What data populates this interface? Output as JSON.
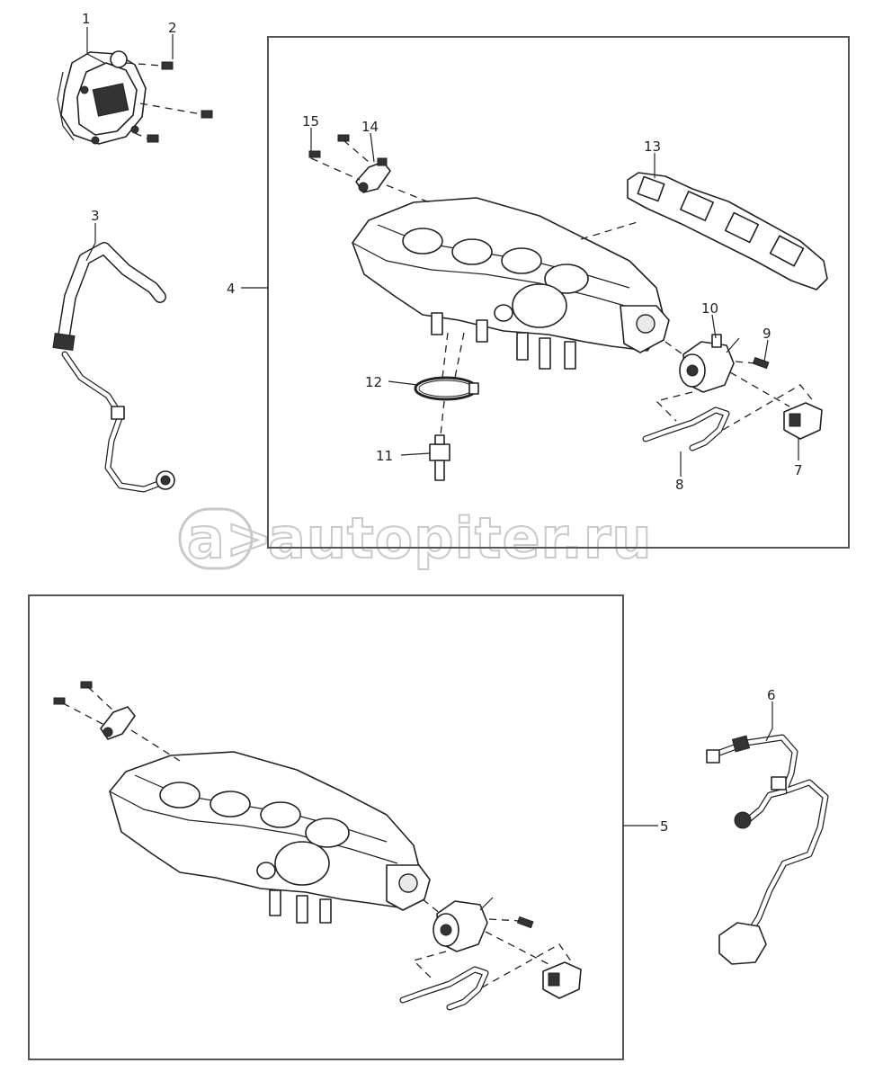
{
  "watermark": "autopiter.ru",
  "watermark_logo": "a>",
  "callouts": {
    "c1": "1",
    "c2": "2",
    "c3": "3",
    "c4": "4",
    "c5": "5",
    "c6": "6",
    "c7": "7",
    "c8": "8",
    "c9": "9",
    "c10": "10",
    "c11": "11",
    "c12": "12",
    "c13": "13",
    "c14": "14",
    "c15": "15"
  }
}
